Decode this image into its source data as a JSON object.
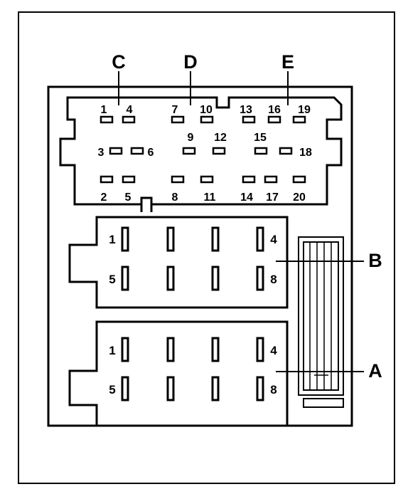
{
  "labels": {
    "connector_c": "C",
    "connector_d": "D",
    "connector_e": "E",
    "connector_b": "B",
    "connector_a": "A"
  },
  "top_block": {
    "pins_row1": [
      "1",
      "4",
      "7",
      "10",
      "13",
      "16",
      "19"
    ],
    "pins_row2": [
      "3",
      "6",
      "9",
      "12",
      "15",
      "18"
    ],
    "pins_row3": [
      "2",
      "5",
      "8",
      "11",
      "14",
      "17",
      "20"
    ]
  },
  "block_b": {
    "pin_top_left": "1",
    "pin_top_right": "4",
    "pin_bottom_left": "5",
    "pin_bottom_right": "8"
  },
  "block_a": {
    "pin_top_left": "1",
    "pin_top_right": "4",
    "pin_bottom_left": "5",
    "pin_bottom_right": "8"
  }
}
